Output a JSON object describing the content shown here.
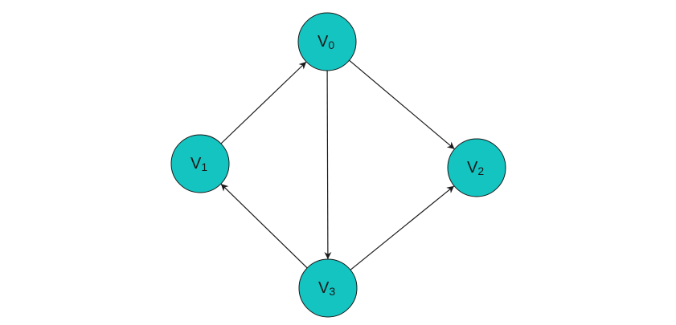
{
  "diagram": {
    "node_color": "#14c4c1",
    "stroke_color": "#1a1a1a",
    "nodes": [
      {
        "id": "v0",
        "letter": "V",
        "sub": "0"
      },
      {
        "id": "v1",
        "letter": "V",
        "sub": "1"
      },
      {
        "id": "v2",
        "letter": "V",
        "sub": "2"
      },
      {
        "id": "v3",
        "letter": "V",
        "sub": "3"
      }
    ],
    "edges": [
      {
        "from": "v1",
        "to": "v0"
      },
      {
        "from": "v0",
        "to": "v2"
      },
      {
        "from": "v0",
        "to": "v3"
      },
      {
        "from": "v3",
        "to": "v1"
      },
      {
        "from": "v3",
        "to": "v2"
      }
    ]
  }
}
